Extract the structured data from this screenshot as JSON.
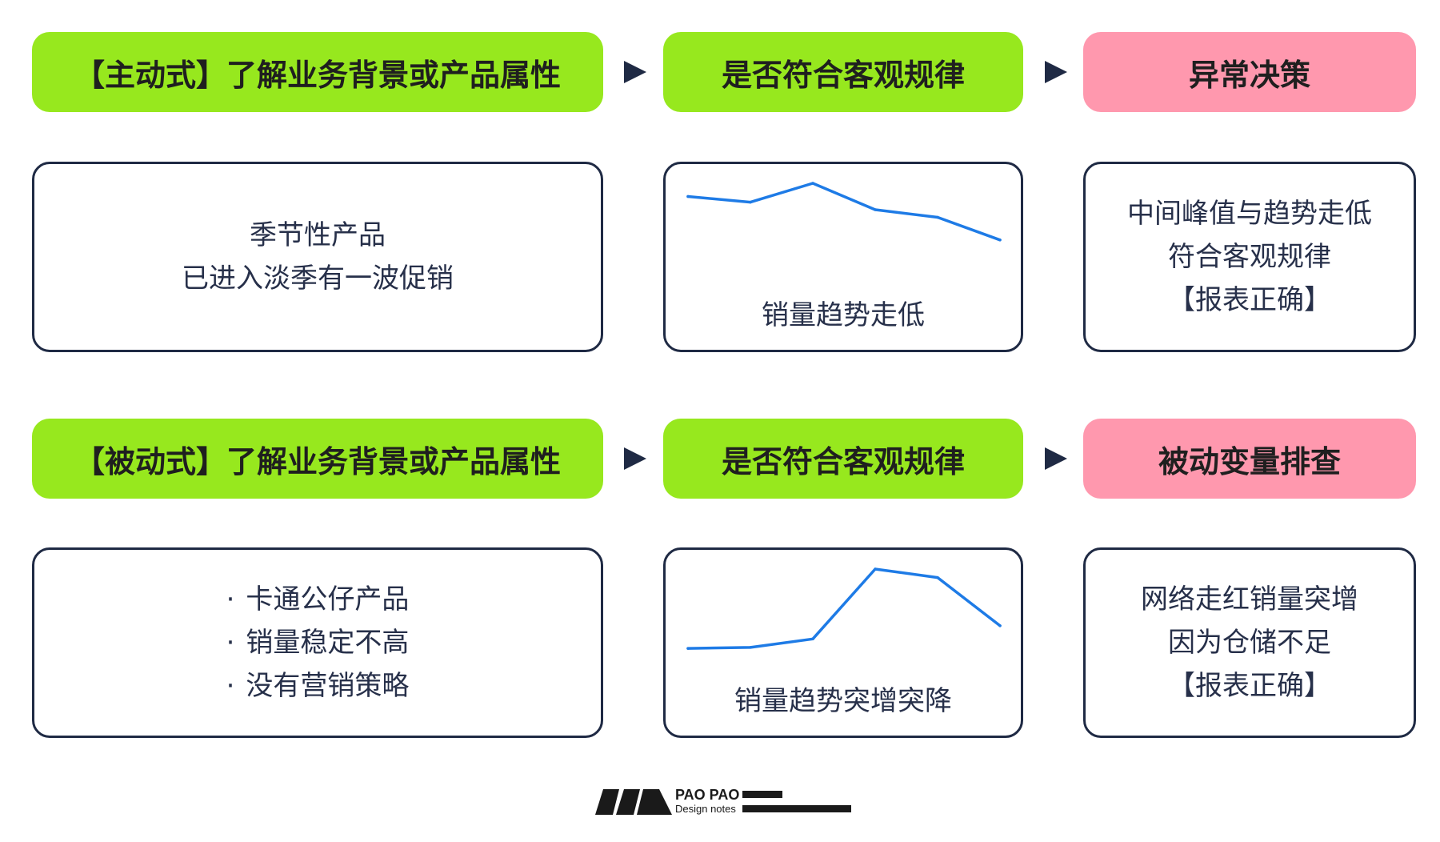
{
  "rows": [
    {
      "step1": "【主动式】了解业务背景或产品属性",
      "step2": "是否符合客观规律",
      "step3": "异常决策",
      "context_lines": [
        "季节性产品",
        "已进入淡季有一波促销"
      ],
      "chart_label": "销量趋势走低",
      "conclusion_lines": [
        "中间峰值与趋势走低",
        "符合客观规律",
        "【报表正确】"
      ]
    },
    {
      "step1": "【被动式】了解业务背景或产品属性",
      "step2": "是否符合客观规律",
      "step3": "被动变量排查",
      "context_bullets": [
        "卡通公仔产品",
        "销量稳定不高",
        "没有营销策略"
      ],
      "bullet_mark": "·",
      "chart_label": "销量趋势突增突降",
      "conclusion_lines": [
        "网络走红销量突增",
        "因为仓储不足",
        "【报表正确】"
      ]
    }
  ],
  "chart_data": [
    {
      "type": "line",
      "x": [
        1,
        2,
        3,
        4,
        5,
        6
      ],
      "values": [
        0.86,
        0.8,
        1.0,
        0.72,
        0.64,
        0.4
      ],
      "ylim": [
        0,
        1
      ],
      "grid": false,
      "color": "#1e7be6"
    },
    {
      "type": "line",
      "x": [
        1,
        2,
        3,
        4,
        5,
        6
      ],
      "values": [
        0.16,
        0.17,
        0.26,
        1.0,
        0.91,
        0.4
      ],
      "ylim": [
        0,
        1
      ],
      "grid": false,
      "color": "#1e7be6"
    }
  ],
  "colors": {
    "green": "#97e81e",
    "pink": "#ff98ae",
    "navy": "#1f2a44",
    "line": "#1e7be6"
  },
  "logo": {
    "title": "PAO PAO",
    "subtitle": "Design notes"
  }
}
